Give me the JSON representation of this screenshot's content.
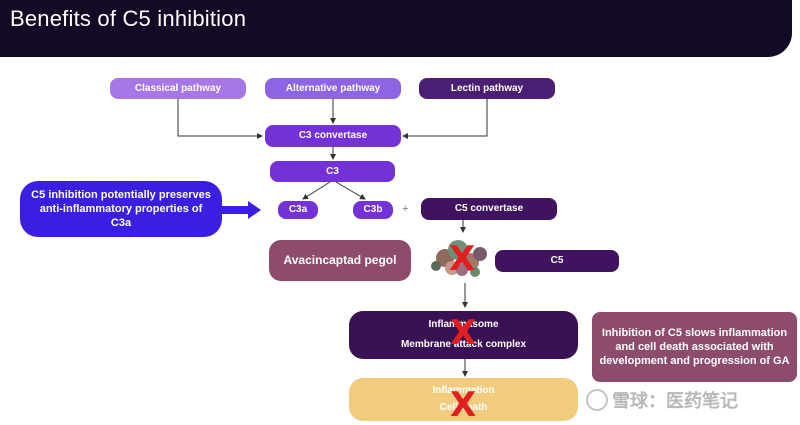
{
  "slide": {
    "title": "Benefits of C5 inhibition"
  },
  "pathways": {
    "classical": "Classical pathway",
    "alternative": "Alternative pathway",
    "lectin": "Lectin pathway"
  },
  "cascade": {
    "c3_convertase": "C3 convertase",
    "c3": "C3",
    "c3a": "C3a",
    "c3b": "C3b",
    "plus": "+",
    "c5_convertase": "C5 convertase",
    "drug": "Avacincaptad pegol",
    "c5": "C5",
    "mac_line1": "Inflammasome",
    "mac_line2": "Membrane attack complex",
    "outcome_line1": "Inflammation",
    "outcome_line2": "Cell death"
  },
  "callouts": {
    "left": "C5 inhibition potentially preserves anti-inflammatory properties of C3a",
    "right": "Inhibition of C5 slows inflammation and cell death associated with development and progression of GA"
  },
  "marks": {
    "x": "X"
  },
  "watermark": {
    "text": "雪球：医药笔记"
  },
  "colors": {
    "title_bg": "#140a26",
    "purple": "#7431d8",
    "dark_purple": "#3f1360",
    "mauve": "#8e4c6c",
    "blue_callout": "#3b1fe0",
    "gold": "#f2cc7e",
    "red_x": "#e02020"
  }
}
